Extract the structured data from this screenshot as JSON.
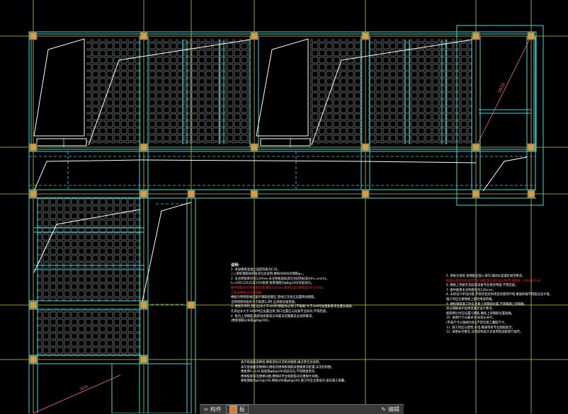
{
  "drawing": {
    "colors": {
      "background": "#000000",
      "grid": "#c8c84a",
      "beam": "#3fd8d8",
      "slab_hatch": "#9aa0a0",
      "column_fill": "#c8a050",
      "column_edge": "#8a5a20",
      "stair": "#ffffff",
      "dimension": "#ff6b8a",
      "dashed": "#3fd8d8"
    },
    "dimension_labels": [
      "1635",
      "1635"
    ]
  },
  "notes": {
    "heading": "说明:",
    "left_lines": [
      {
        "text": "1. 本层楼板混凝土强度等级为C35。",
        "style": "normal"
      },
      {
        "text": "   ○○梁板钢筋保护层详见总说明,楼板HRB400钢筋φ=。",
        "style": "normal"
      },
      {
        "text": "2. 未注明板厚均为120mm,未注明板面标高均为结构标高H(h=±mm)。",
        "style": "normal"
      },
      {
        "text": "   h=100(120)/12(150)板厚,板厚钢筋为φ8@200/双层双向。",
        "style": "normal"
      },
      {
        "text": "   图中阴影部分为降板区域,降板100mm,板底标高同降板面(H-0.100)。",
        "style": "red"
      },
      {
        "text": "   卫生间降板详见建筑图。",
        "style": "red"
      },
      {
        "text": "   楼板内预埋管线应避开钢筋密集区,管线交叉处应设置附加钢筋。",
        "style": "normal"
      },
      {
        "text": "   当预埋管线直径大于板厚1/3时,应采取加强措施。",
        "style": "normal"
      },
      {
        "text": "3. 楼板开洞时,洞口边长小于300时钢筋绕过洞口不截断;大于300时按图集要求设置加强筋,",
        "style": "normal"
      },
      {
        "text": "   孔洞边长大于1000时应设置边梁,洞口位置应与设备专业核对,不得后凿。",
        "style": "normal"
      },
      {
        "text": "4. 板内上部钢筋,角部放射筋及分布筋详见图集及总说明要求。",
        "style": "normal"
      },
      {
        "text": "   (楼板钢筋分布筋,φ6@200)。",
        "style": "normal"
      }
    ],
    "legend_lines": [
      {
        "text": "表示板面标高降低,降板部位详见相关图纸;做法参见总说明。",
        "style": "normal"
      },
      {
        "text": "表示屋面板及楼梯间,楼板及楼梯板钢筋按图集要求配置,详见结构图。",
        "style": "normal"
      },
      {
        "text": "   楼板厚h=120,板配筋φ8@200双层双向,不得随意更改。",
        "style": "normal"
      },
      {
        "text": "   楼梯板厚详见楼梯详图,楼梯间平台板配筋详见楼梯大样图。",
        "style": "normal"
      },
      {
        "text": "   梯板钢筋为φ10@150,梯板分布筋φ8@200,施工时应注意核对,保证施工质量。",
        "style": "normal"
      }
    ],
    "right_lines": [
      {
        "text": "5. 梁板交接处,板钢筋应锚入梁内,锚固长度满足规范要求。",
        "style": "normal"
      },
      {
        "text": "   板面标高变化处详见节点详图,施工前应核对各专业图纸。(01G101-4)",
        "style": "red"
      },
      {
        "text": "6. 楼板上预留孔洞应按设备专业要求预留,不得后凿。",
        "style": "normal"
      },
      {
        "text": "7. 图中板厚未注明者均为120mm。",
        "style": "normal"
      },
      {
        "text": "8. 未经设计单位同意,不得改变结构用途及使用环境,楼面荷载不得超过设计值。",
        "style": "normal"
      },
      {
        "text": "   施工时应注意楼板上临时堆放荷载。",
        "style": "normal"
      },
      {
        "text": "9. 楼板钢筋施工时应注意上部钢筋位置,严禁踩踏上部钢筋,",
        "style": "normal"
      },
      {
        "text": "   保证钢筋保护层厚度满足设计要求。",
        "style": "normal"
      },
      {
        "text": "   板筋绑扎时应设置马凳筋,确保上部钢筋位置准确。",
        "style": "normal"
      },
      {
        "text": "10. 本图尺寸以毫米计,标高以米计。",
        "style": "normal"
      },
      {
        "text": "   (平面尺寸以轴线为准),严禁在图上量取尺寸。",
        "style": "normal"
      },
      {
        "text": "11. 施工时应与建筑,水电,暖通等各专业图纸配合。",
        "style": "normal"
      },
      {
        "text": "12. 本图未尽事宜,详见结构设计总说明及国家现行规范。",
        "style": "normal"
      }
    ]
  },
  "statusbar": {
    "item1": "构件",
    "item2": "板",
    "item3": "编辑"
  }
}
